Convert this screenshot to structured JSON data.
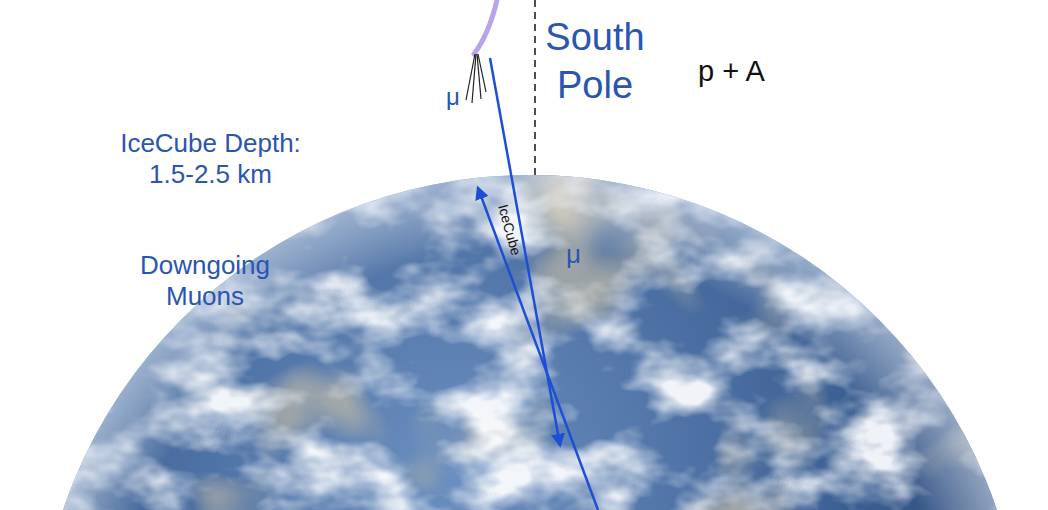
{
  "diagram": {
    "labels": [
      "South Pole",
      "p + A",
      "IceCube Depth: 1.5-2.5 km",
      "Downgoing Muons",
      "μ",
      "IceCube",
      "μ"
    ]
  }
}
